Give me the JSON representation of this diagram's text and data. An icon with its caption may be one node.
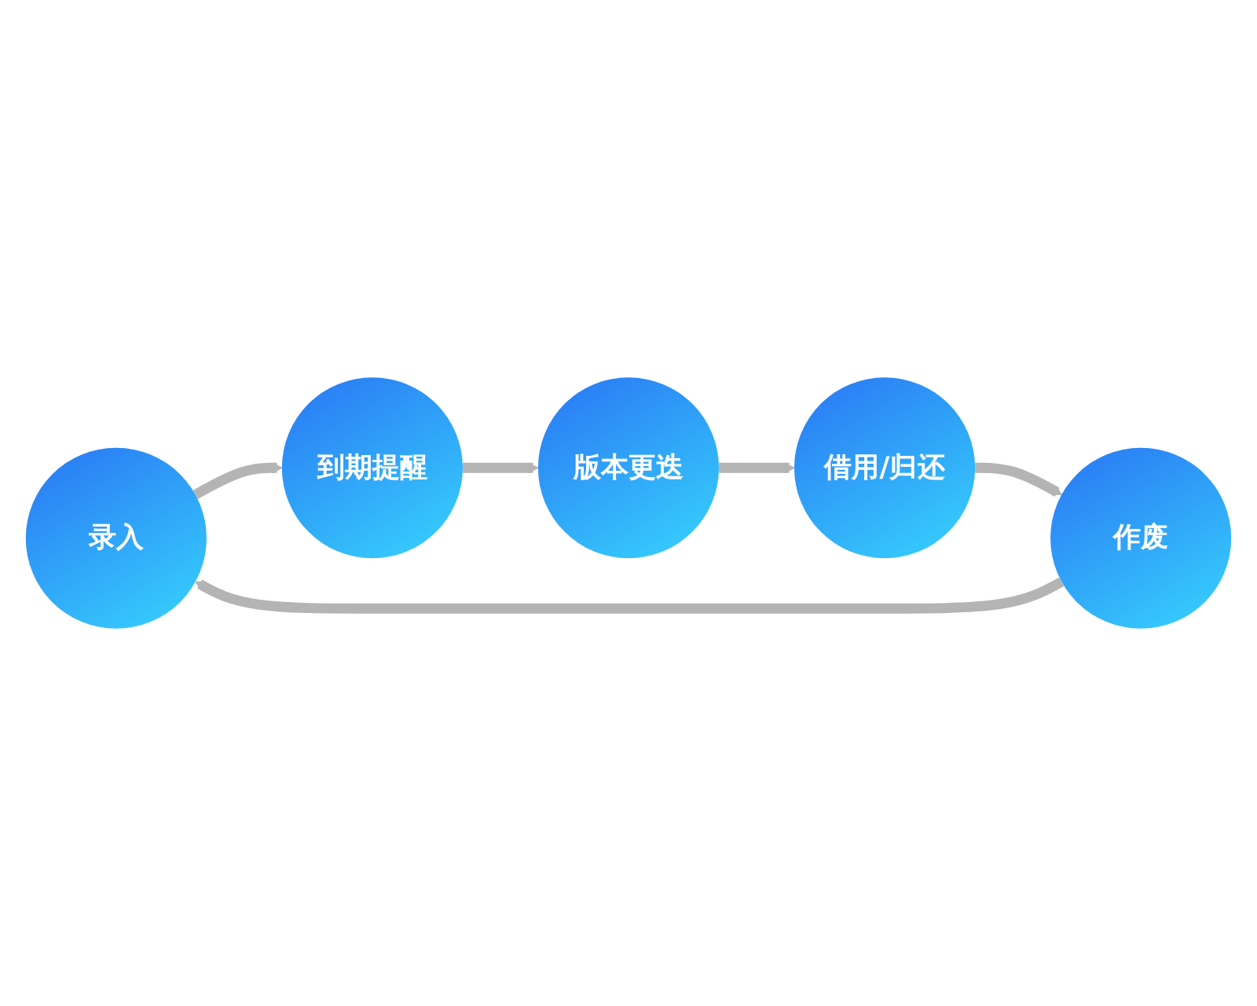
{
  "diagram": {
    "nodes": [
      {
        "text": [
          "录入"
        ]
      },
      {
        "text": [
          "到期提醒"
        ]
      },
      {
        "text": [
          "版本更迭"
        ]
      },
      {
        "text": [
          "借用/归还"
        ]
      },
      {
        "text": [
          "作废"
        ]
      }
    ],
    "edges": [
      {
        "from": 0,
        "to": 1,
        "arrow": "to"
      },
      {
        "from": 1,
        "to": 2,
        "arrow": "to"
      },
      {
        "from": 2,
        "to": 3,
        "arrow": "to"
      },
      {
        "from": 3,
        "to": 4,
        "arrow": "to"
      },
      {
        "from": 4,
        "to": 0,
        "arrow": "to"
      }
    ]
  }
}
